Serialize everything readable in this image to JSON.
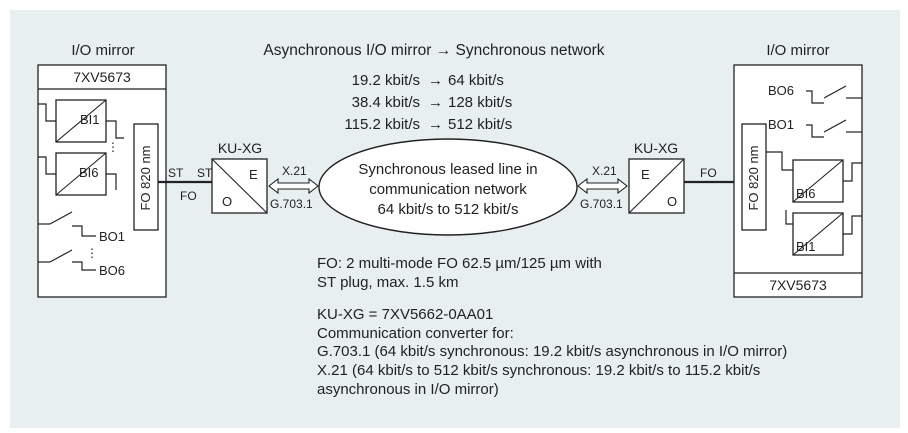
{
  "title": "Asynchronous I/O mirror → Synchronous network",
  "left": {
    "heading": "I/O mirror",
    "device": "7XV5673",
    "fo_module": "FO 820 nm",
    "inputs": [
      "BI1",
      "BI6"
    ],
    "outputs": [
      "BO1",
      "BO6"
    ]
  },
  "right": {
    "heading": "I/O mirror",
    "device": "7XV5673",
    "fo_module": "FO 820 nm",
    "inputs": [
      "BI6",
      "BI1"
    ],
    "outputs": [
      "BO6",
      "BO1"
    ]
  },
  "rates": [
    {
      "async": "19.2 kbit/s",
      "sync": "64 kbit/s"
    },
    {
      "async": "38.4 kbit/s",
      "sync": "128 kbit/s"
    },
    {
      "async": "115.2 kbit/s",
      "sync": "512 kbit/s"
    }
  ],
  "converter": {
    "name": "KU-XG",
    "e_label": "E",
    "o_label": "O",
    "x21": "X.21",
    "g703": "G.703.1"
  },
  "link_labels": {
    "st": "ST",
    "fo": "FO"
  },
  "network": {
    "line1": "Synchronous leased line in",
    "line2": "communication network",
    "line3": "64 kbit/s to 512 kbit/s"
  },
  "notes": {
    "fo_line1": "FO: 2 multi-mode FO 62.5 µm/125 µm with",
    "fo_line2": "ST plug, max. 1.5 km",
    "ku_line1": "KU-XG = 7XV5662-0AA01",
    "ku_line2": "Communication converter for:",
    "ku_line3": "G.703.1 (64 kbit/s synchronous: 19.2 kbit/s asynchronous in I/O mirror)",
    "ku_line4": "X.21 (64 kbit/s to 512 kbit/s synchronous: 19.2 kbit/s to 115.2 kbit/s",
    "ku_line5": "asynchronous in I/O mirror)"
  }
}
